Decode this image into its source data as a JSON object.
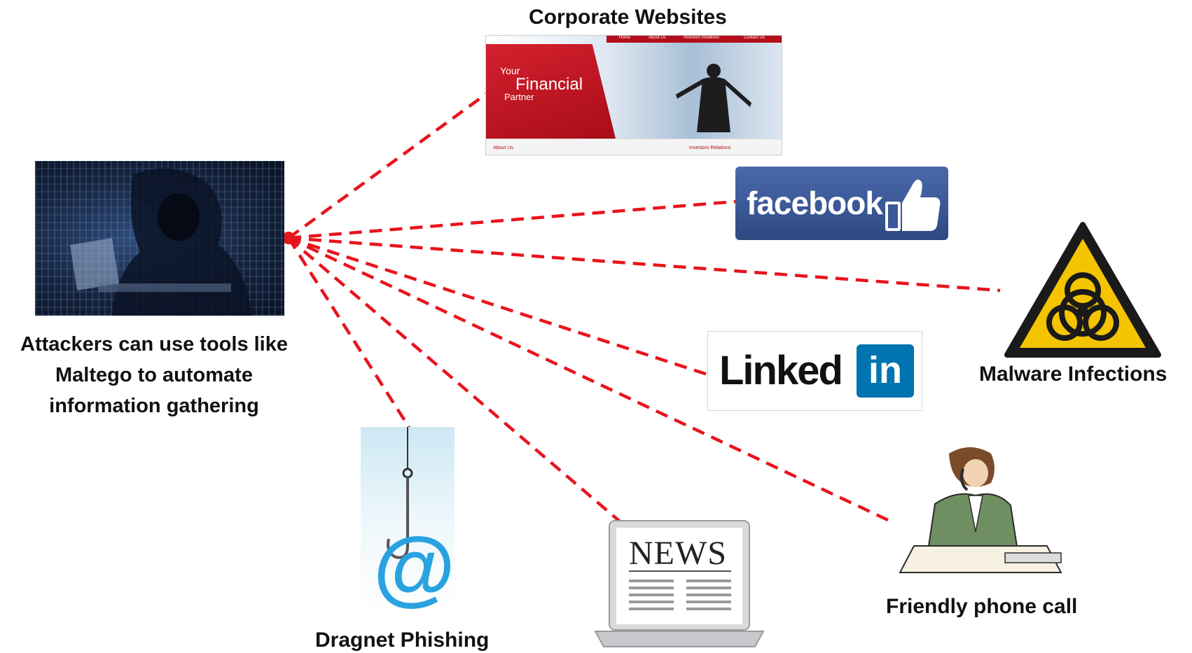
{
  "captions": {
    "corporate_websites": "Corporate Websites",
    "attackers_line1": "Attackers can use tools like",
    "attackers_line2": "Maltego to automate",
    "attackers_line3": "information gathering",
    "malware": "Malware Infections",
    "friendly_call": "Friendly phone call",
    "dragnet": "Dragnet Phishing"
  },
  "corporate_site": {
    "nav": [
      "Home",
      "About Us",
      "Investors Relations",
      "Contact Us"
    ],
    "banner_line1": "Your",
    "banner_line2": "Financial",
    "banner_line3": "Partner",
    "footer_left": "About Us",
    "footer_right": "Investors Relations"
  },
  "logos": {
    "facebook": "facebook",
    "linkedin_word": "Linked",
    "linkedin_box": "in",
    "news": "NEWS",
    "at_sign": "@"
  },
  "colors": {
    "connector": "#e8141c",
    "facebook_blue": "#3b5998",
    "linkedin_blue": "#0073b1",
    "hazard_yellow": "#f5c400"
  },
  "icons": [
    "hacker-image",
    "corporate-website-image",
    "facebook-logo",
    "biohazard-warning-icon",
    "linkedin-logo",
    "person-on-phone-image",
    "news-laptop-icon",
    "fishhook-at-sign-icon"
  ]
}
